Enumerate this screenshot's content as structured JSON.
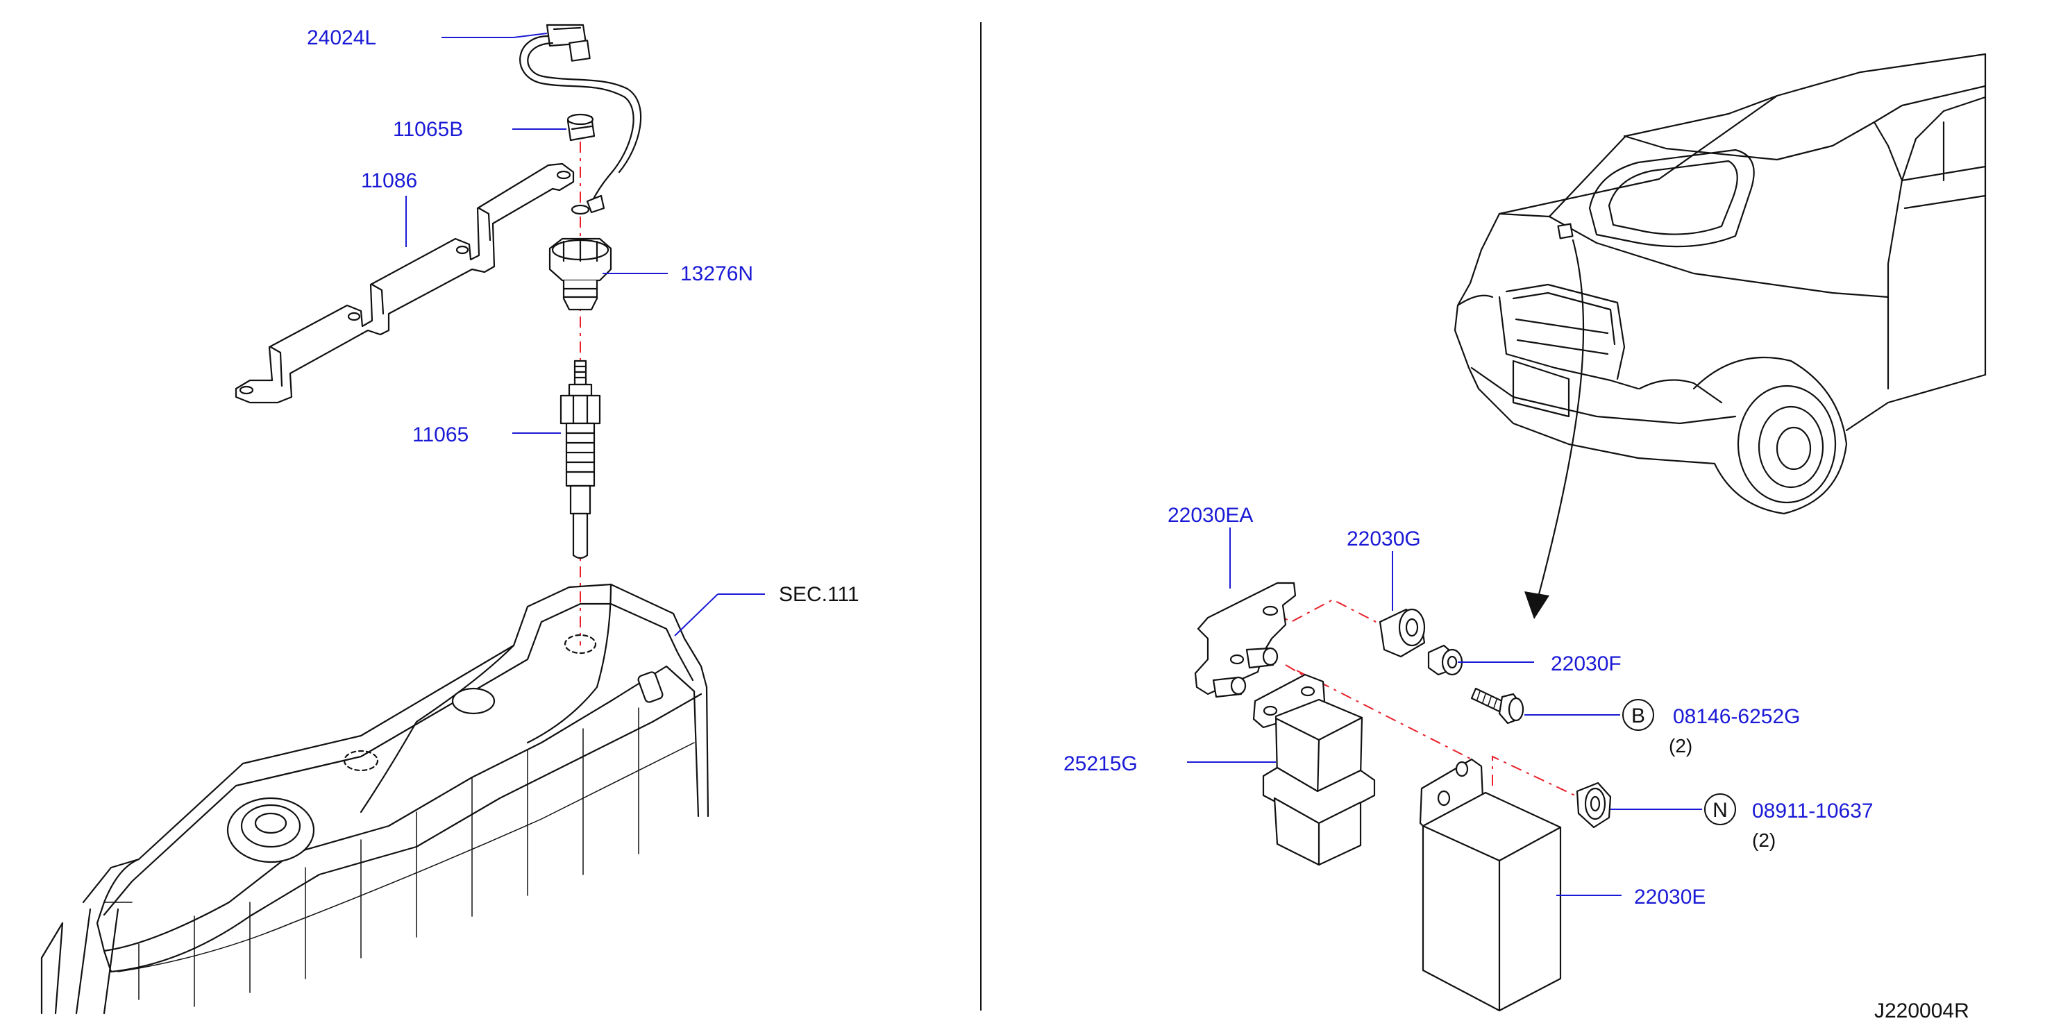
{
  "colors": {
    "label_blue": "#1a1ad6",
    "line_black": "#111111",
    "dash_red": "#e8202a",
    "background": "#ffffff"
  },
  "labels": {
    "p24024L": "24024L",
    "p11065B": "11065B",
    "p11086": "11086",
    "p13276N": "13276N",
    "p11065": "11065",
    "sec111": "SEC.111",
    "p22030EA": "22030EA",
    "p22030G": "22030G",
    "p22030F": "22030F",
    "p08146": "08146-6252G",
    "p08146_qty": "(2)",
    "p25215G": "25215G",
    "p08911": "08911-10637",
    "p08911_qty": "(2)",
    "p22030E": "22030E",
    "diagram_code": "J220004R"
  },
  "symbols": {
    "bolt_code": "B",
    "nut_code": "N"
  }
}
